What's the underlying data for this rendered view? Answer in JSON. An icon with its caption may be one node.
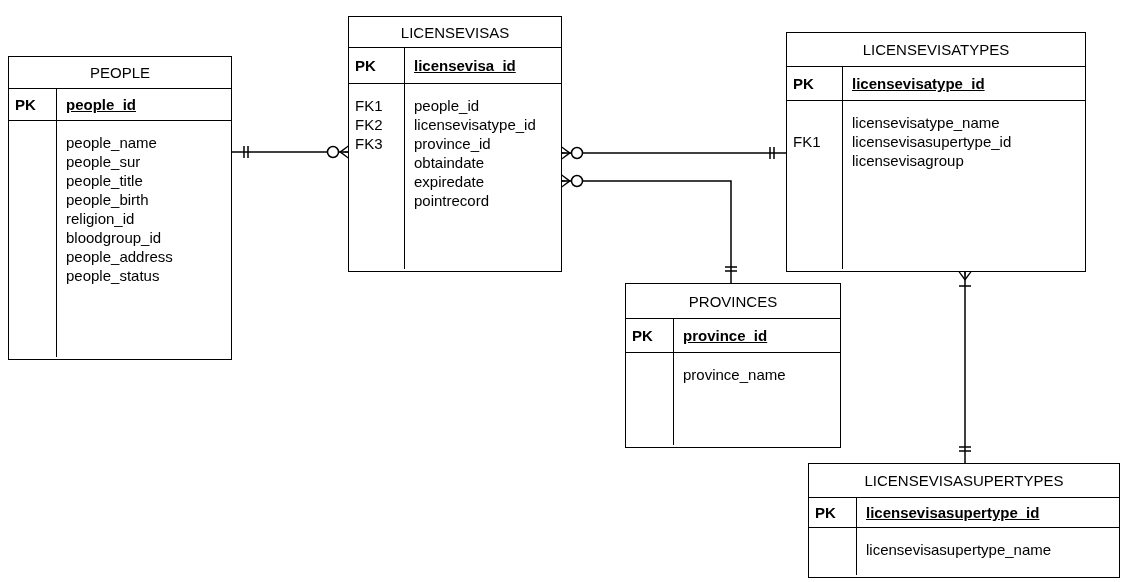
{
  "diagram": {
    "nodes": [
      {
        "text": [
          "PEOPLE",
          "PK",
          "people_id",
          "people_name people_sur people_title people_birth religion_id bloodgroup_id people_address people_status"
        ]
      },
      {
        "text": [
          "LICENSEVISAS",
          "PK",
          "licensevisa_id",
          "FK1 FK2 FK3",
          "people_id licensevisatype_id province_id obtaindate expiredate pointrecord"
        ]
      },
      {
        "text": [
          "LICENSEVISATYPES",
          "PK",
          "licensevisatype_id",
          "FK1",
          "licensevisatype_name licensevisasupertype_id licensevisagroup"
        ]
      },
      {
        "text": [
          "PROVINCES",
          "PK",
          "province_id",
          "province_name"
        ]
      },
      {
        "text": [
          "LICENSEVISASUPERTYPES",
          "PK",
          "licensevisasupertype_id",
          "licensevisasupertype_name"
        ]
      }
    ],
    "edges": [
      {
        "from": 0,
        "to": 1,
        "arrow": "other"
      },
      {
        "from": 1,
        "to": 2,
        "arrow": "other"
      },
      {
        "from": 1,
        "to": 3,
        "arrow": "other"
      },
      {
        "from": 2,
        "to": 4,
        "arrow": "other"
      }
    ]
  }
}
